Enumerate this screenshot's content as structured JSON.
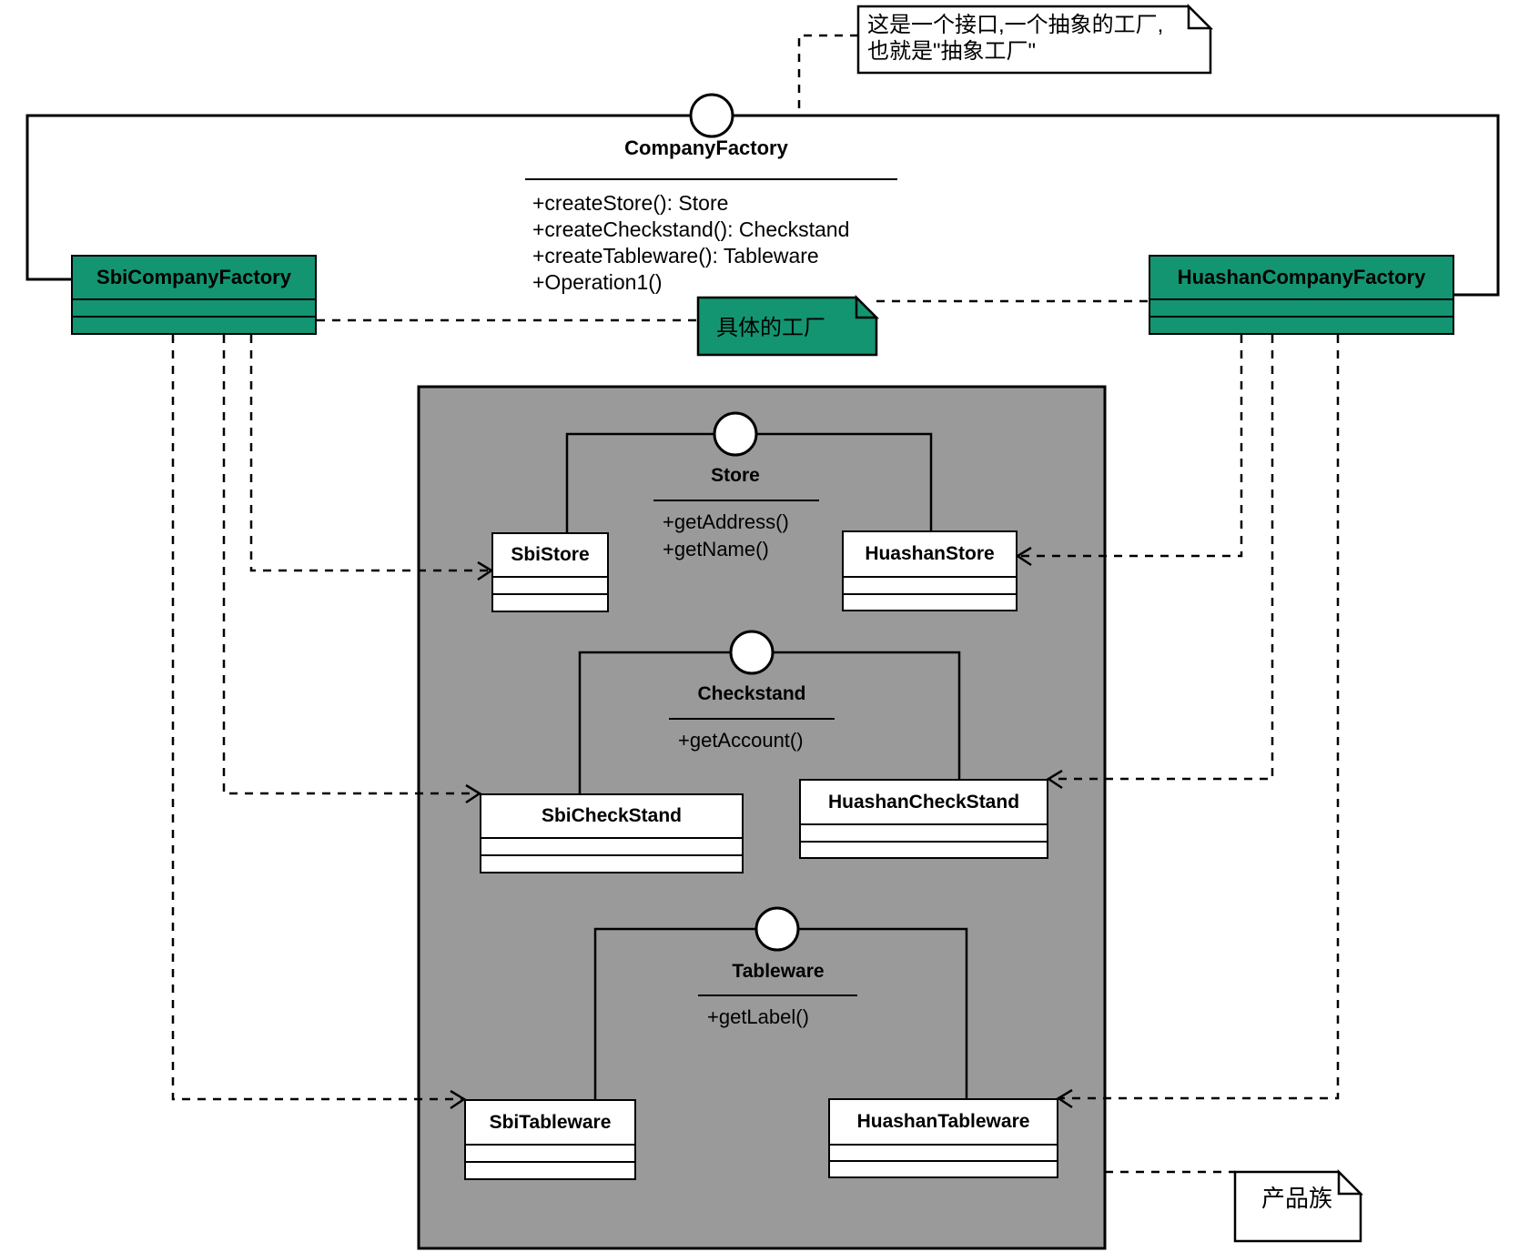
{
  "notes": {
    "abstract_factory_line1": "这是一个接口,一个抽象的工厂,",
    "abstract_factory_line2": "也就是\"抽象工厂\"",
    "concrete_factory": "具体的工厂",
    "product_family": "产品族"
  },
  "interfaces": {
    "company_factory": {
      "name": "CompanyFactory",
      "methods": [
        "+createStore(): Store",
        "+createCheckstand(): Checkstand",
        "+createTableware(): Tableware",
        "+Operation1()"
      ]
    },
    "store": {
      "name": "Store",
      "methods": [
        "+getAddress()",
        "+getName()"
      ]
    },
    "checkstand": {
      "name": "Checkstand",
      "methods": [
        "+getAccount()"
      ]
    },
    "tableware": {
      "name": "Tableware",
      "methods": [
        "+getLabel()"
      ]
    }
  },
  "classes": {
    "sbi_company_factory": "SbiCompanyFactory",
    "huashan_company_factory": "HuashanCompanyFactory",
    "sbi_store": "SbiStore",
    "huashan_store": "HuashanStore",
    "sbi_checkstand": "SbiCheckStand",
    "huashan_checkstand": "HuashanCheckStand",
    "sbi_tableware": "SbiTableware",
    "huashan_tableware": "HuashanTableware"
  },
  "colors": {
    "factory_green": "#139571",
    "product_area_gray": "#9a9a9a",
    "line_black": "#000000"
  }
}
